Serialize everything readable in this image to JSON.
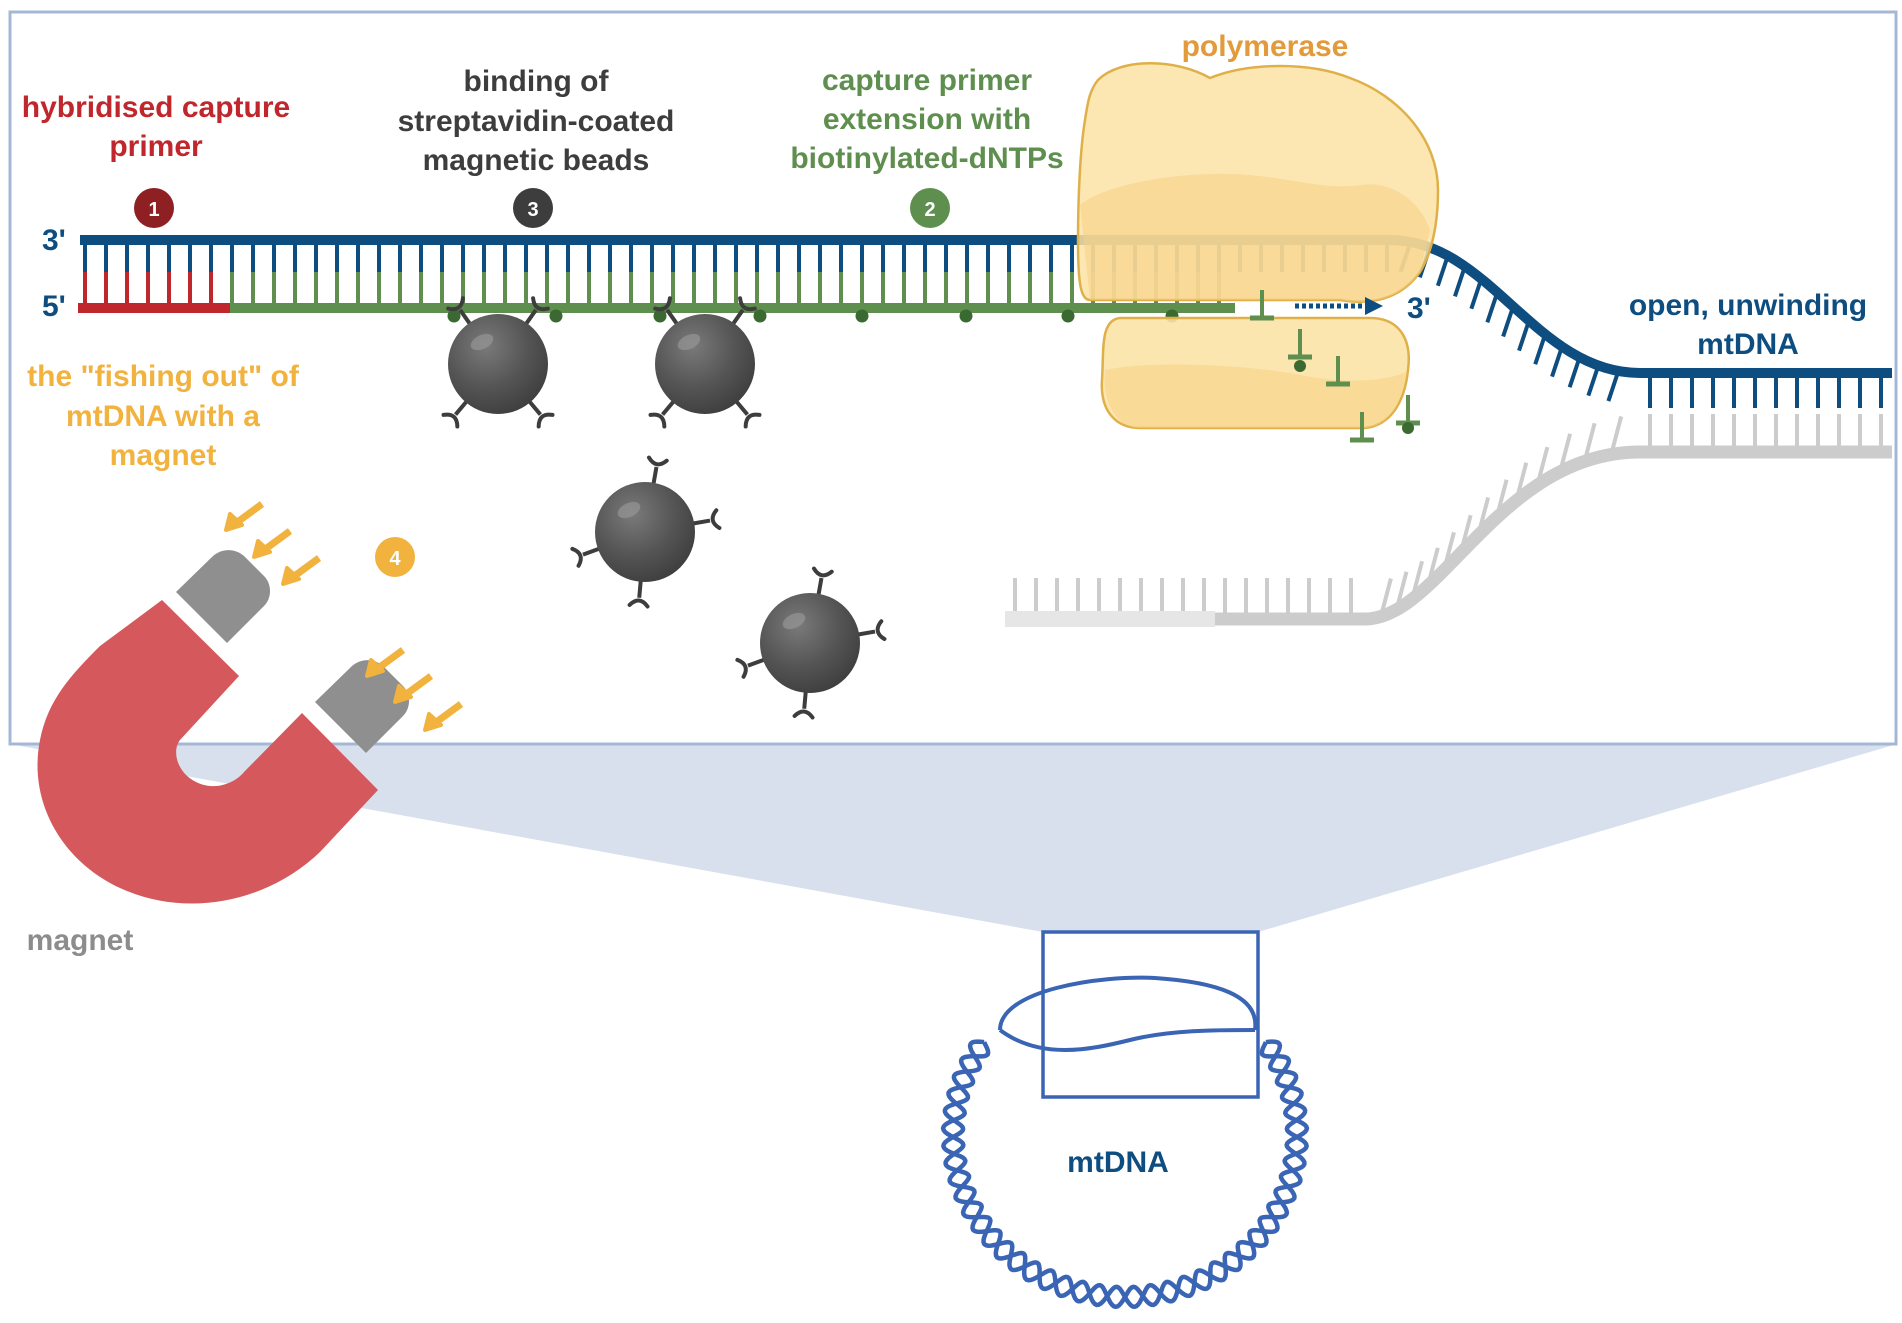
{
  "labels": {
    "primer_line1": "hybridised capture",
    "primer_line2": "primer",
    "beads_line1": "binding of",
    "beads_line2": "streptavidin-coated",
    "beads_line3": "magnetic beads",
    "extension_line1": "capture primer",
    "extension_line2": "extension with",
    "extension_line3": "biotinylated-dNTPs",
    "polymerase": "polymerase",
    "unwinding_line1": "open, unwinding",
    "unwinding_line2": "mtDNA",
    "fishing_line1": "the \"fishing out\" of",
    "fishing_line2": "mtDNA with a",
    "fishing_line3": "magnet",
    "magnet": "magnet",
    "mtdna": "mtDNA"
  },
  "strand_ends": {
    "top_left": "3'",
    "bottom_left": "5'",
    "extension_end": "3'"
  },
  "steps": {
    "one": "1",
    "two": "2",
    "three": "3",
    "four": "4"
  },
  "colors": {
    "primer_red": "#c0272d",
    "bead_dark": "#3d3d3d",
    "extension_green": "#5e8f4f",
    "polymerase_orange": "#e39a3b",
    "polymerase_fill": "#fce3a6",
    "mtdna_blue": "#0d4d80",
    "template_gray": "#cccccc",
    "fishing_yellow": "#f1b23e",
    "magnet_red": "#d5585c",
    "magnet_gray": "#8f8f8f",
    "magnet_label_gray": "#8c8c8c",
    "inset_border": "#a4b8d6",
    "inset_fill": "#d8e0ed",
    "circle_blue": "#3a64b4"
  }
}
